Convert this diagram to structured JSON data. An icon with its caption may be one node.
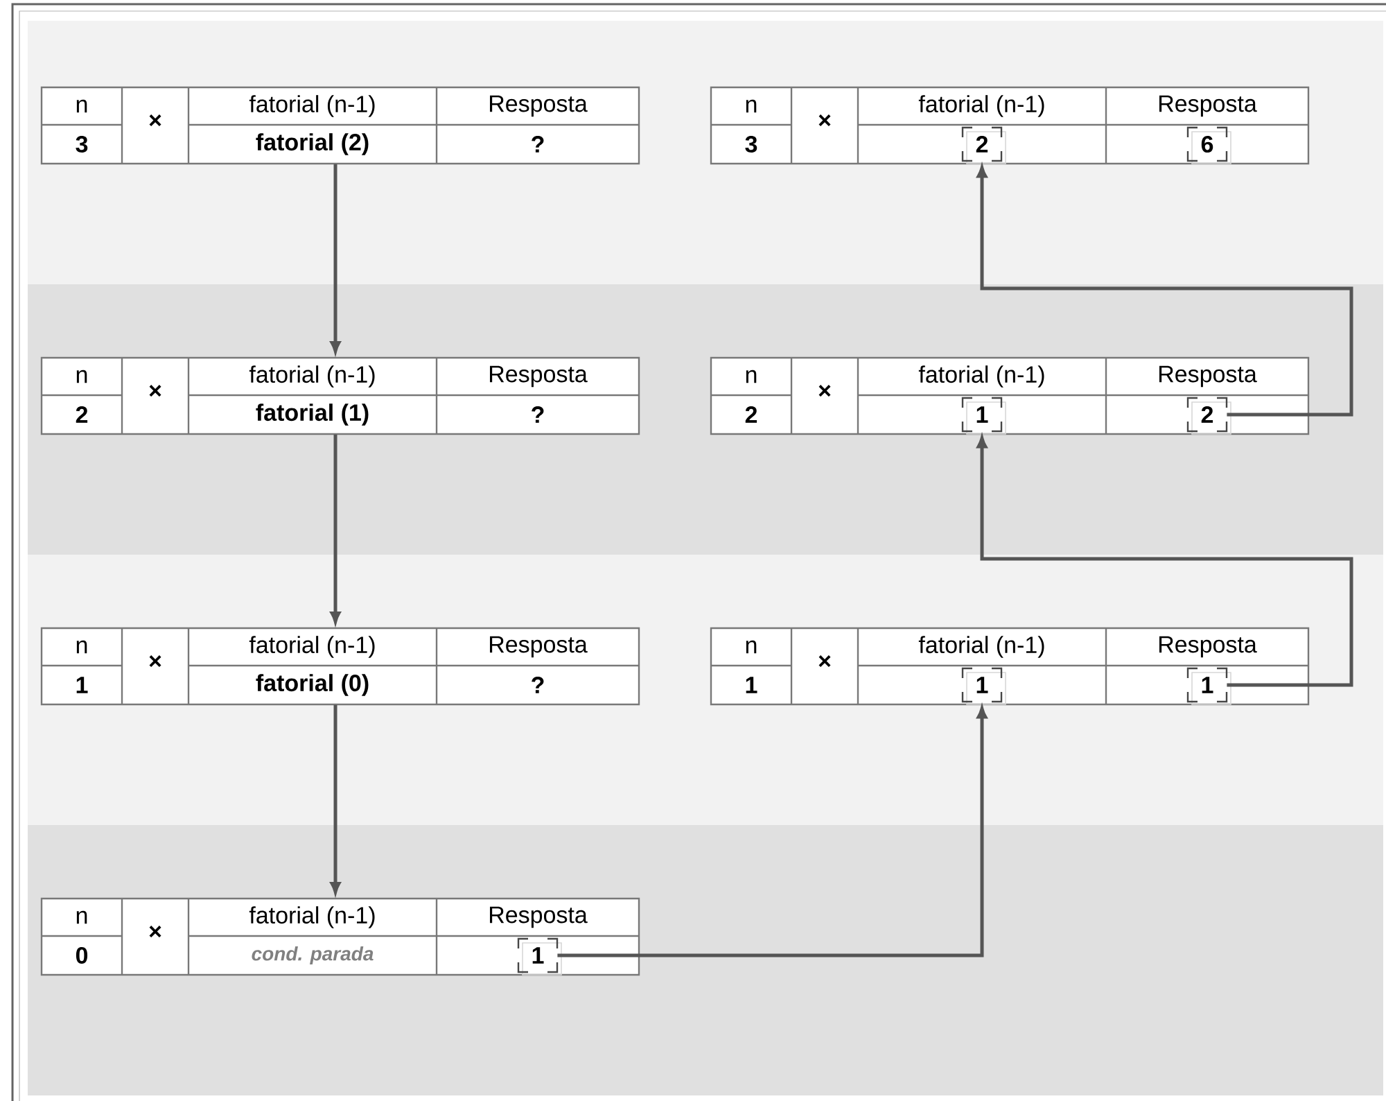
{
  "diagram": {
    "nodes": [
      {
        "text": [
          "n",
          "×",
          "fatorial (n-1)",
          "Resposta",
          "3",
          "fatorial (2)",
          "?"
        ]
      },
      {
        "text": [
          "n",
          "×",
          "fatorial (n-1)",
          "Resposta",
          "3"
        ]
      },
      {
        "text": [
          "n",
          "×",
          "fatorial (n-1)",
          "Resposta",
          "2",
          "fatorial (1)",
          "?"
        ]
      },
      {
        "text": [
          "n",
          "×",
          "fatorial (n-1)",
          "Resposta",
          "2"
        ]
      },
      {
        "text": [
          "n",
          "×",
          "fatorial (n-1)",
          "Resposta",
          "1",
          "fatorial (0)",
          "?"
        ]
      },
      {
        "text": [
          "n",
          "×",
          "fatorial (n-1)",
          "Resposta",
          "1"
        ]
      },
      {
        "text": [
          "n",
          "×",
          "fatorial (n-1)",
          "Resposta",
          "0",
          "cond. parada"
        ]
      },
      {
        "text": [
          "2"
        ],
        "in": 1
      },
      {
        "text": [
          "6"
        ],
        "in": 1
      },
      {
        "text": [
          "1"
        ],
        "in": 3
      },
      {
        "text": [
          "2"
        ],
        "in": 3
      },
      {
        "text": [
          "1"
        ],
        "in": 5
      },
      {
        "text": [
          "1"
        ],
        "in": 5
      },
      {
        "text": [
          "1"
        ],
        "in": 6
      }
    ],
    "edges": [
      {
        "from": 0,
        "to": 2,
        "arrow": "to"
      },
      {
        "from": 2,
        "to": 4,
        "arrow": "to"
      },
      {
        "from": 4,
        "to": 6,
        "arrow": "to"
      },
      {
        "from": 13,
        "to": 11,
        "arrow": "to"
      },
      {
        "from": 12,
        "to": 9,
        "arrow": "to"
      },
      {
        "from": 10,
        "to": 7,
        "arrow": "to"
      }
    ]
  }
}
